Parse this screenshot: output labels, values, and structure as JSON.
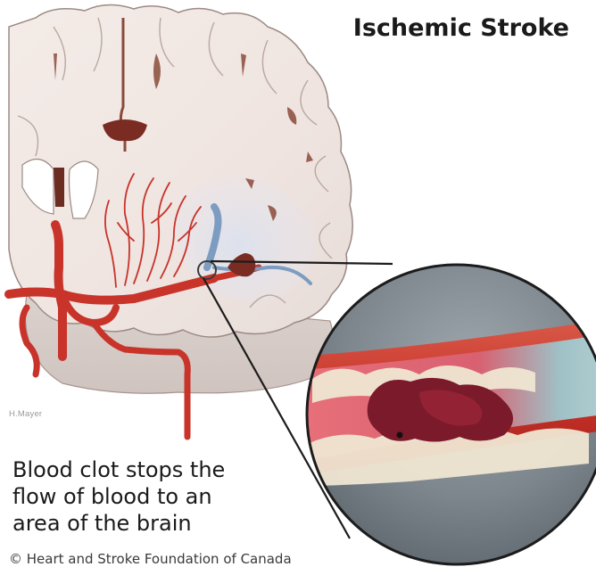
{
  "title": "Ischemic Stroke",
  "caption": {
    "line1": "Blood clot stops the",
    "line2": "flow of blood to an",
    "line3": "area of the brain"
  },
  "artist_signature": "H.Mayer",
  "copyright": "© Heart and Stroke Foundation of Canada",
  "colors": {
    "artery": "#c8332a",
    "clot": "#7a1a2a",
    "brain_tissue": "#f1e8e4",
    "ischemic_zone": "#d8deea",
    "blocked_vessel": "#7c9cc0",
    "plaque": "#efe6d2"
  }
}
